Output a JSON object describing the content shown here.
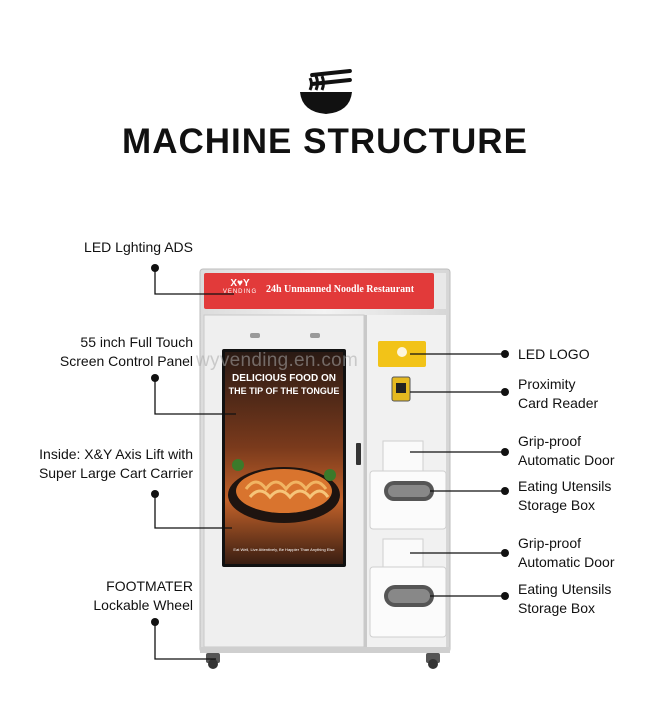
{
  "header": {
    "title": "MACHINE STRUCTURE",
    "icon": "noodle-bowl-icon"
  },
  "machine": {
    "banner_brand_main": "X♥Y",
    "banner_brand_sub": "VENDING",
    "banner_text": "24h Unmanned Noodle Restaurant",
    "screen_headline_line1": "DELICIOUS FOOD ON",
    "screen_headline_line2": "THE TIP OF THE TONGUE",
    "screen_footer": "Eat Well, Live Attentively, Be Happier Than Anything Else",
    "colors": {
      "banner": "#e23a3a",
      "logo_panel": "#f2c318",
      "cabinet": "#ececec"
    }
  },
  "watermark": "wyvending.en.com",
  "left_labels": [
    {
      "lines": [
        "LED Lghting ADS"
      ]
    },
    {
      "lines": [
        "55 inch Full Touch",
        "Screen Control Panel"
      ]
    },
    {
      "lines": [
        "Inside: X&Y Axis Lift with",
        "Super Large Cart Carrier"
      ]
    },
    {
      "lines": [
        "FOOTMATER",
        "Lockable Wheel"
      ]
    }
  ],
  "right_labels": [
    {
      "lines": [
        "LED LOGO"
      ]
    },
    {
      "lines": [
        "Proximity",
        "Card Reader"
      ]
    },
    {
      "lines": [
        "Grip-proof",
        "Automatic Door"
      ]
    },
    {
      "lines": [
        "Eating Utensils",
        "Storage Box"
      ]
    },
    {
      "lines": [
        "Grip-proof",
        "Automatic Door"
      ]
    },
    {
      "lines": [
        "Eating Utensils",
        "Storage Box"
      ]
    }
  ]
}
